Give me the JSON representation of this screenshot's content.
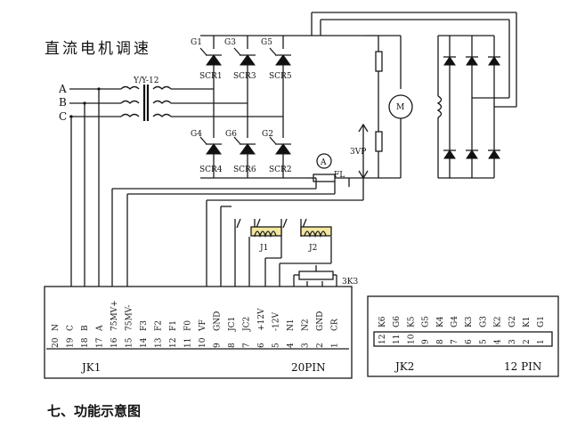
{
  "title": "直流电机调速",
  "caption": "七、功能示意图",
  "transformer_label": "Y/Y-12",
  "phases": [
    "A",
    "B",
    "C"
  ],
  "thyristors_top": [
    {
      "gate": "G1",
      "name": "SCR1"
    },
    {
      "gate": "G3",
      "name": "SCR3"
    },
    {
      "gate": "G5",
      "name": "SCR5"
    }
  ],
  "thyristors_bottom": [
    {
      "gate": "G4",
      "name": "SCR4"
    },
    {
      "gate": "G6",
      "name": "SCR6"
    },
    {
      "gate": "G2",
      "name": "SCR2"
    }
  ],
  "ammeter": "A",
  "shunt": "FL",
  "meter_3vp": "3VP",
  "motor": "M",
  "relays": [
    "J1",
    "J2"
  ],
  "pot": "3K3",
  "jk1": {
    "name": "JK1",
    "pin_info": "20PIN",
    "pins": [
      {
        "num": "20",
        "label": "N"
      },
      {
        "num": "19",
        "label": "C"
      },
      {
        "num": "18",
        "label": "B"
      },
      {
        "num": "17",
        "label": "A"
      },
      {
        "num": "16",
        "label": "75MV+"
      },
      {
        "num": "15",
        "label": "75MV-"
      },
      {
        "num": "14",
        "label": "F3"
      },
      {
        "num": "13",
        "label": "F2"
      },
      {
        "num": "12",
        "label": "F1"
      },
      {
        "num": "11",
        "label": "F0"
      },
      {
        "num": "10",
        "label": "VF"
      },
      {
        "num": "9",
        "label": "GND"
      },
      {
        "num": "8",
        "label": "JC1"
      },
      {
        "num": "7",
        "label": "JC2"
      },
      {
        "num": "6",
        "label": "+12V"
      },
      {
        "num": "5",
        "label": "-12V"
      },
      {
        "num": "4",
        "label": "N1"
      },
      {
        "num": "3",
        "label": "N2"
      },
      {
        "num": "2",
        "label": "GND"
      },
      {
        "num": "1",
        "label": "CR"
      }
    ]
  },
  "jk2": {
    "name": "JK2",
    "pin_info": "12 PIN",
    "pins": [
      {
        "num": "12",
        "label": "K6"
      },
      {
        "num": "11",
        "label": "G6"
      },
      {
        "num": "10",
        "label": "K5"
      },
      {
        "num": "9",
        "label": "G5"
      },
      {
        "num": "8",
        "label": "K4"
      },
      {
        "num": "7",
        "label": "G4"
      },
      {
        "num": "6",
        "label": "K3"
      },
      {
        "num": "5",
        "label": "G3"
      },
      {
        "num": "4",
        "label": "K2"
      },
      {
        "num": "3",
        "label": "G2"
      },
      {
        "num": "2",
        "label": "K1"
      },
      {
        "num": "1",
        "label": "G1"
      }
    ]
  }
}
